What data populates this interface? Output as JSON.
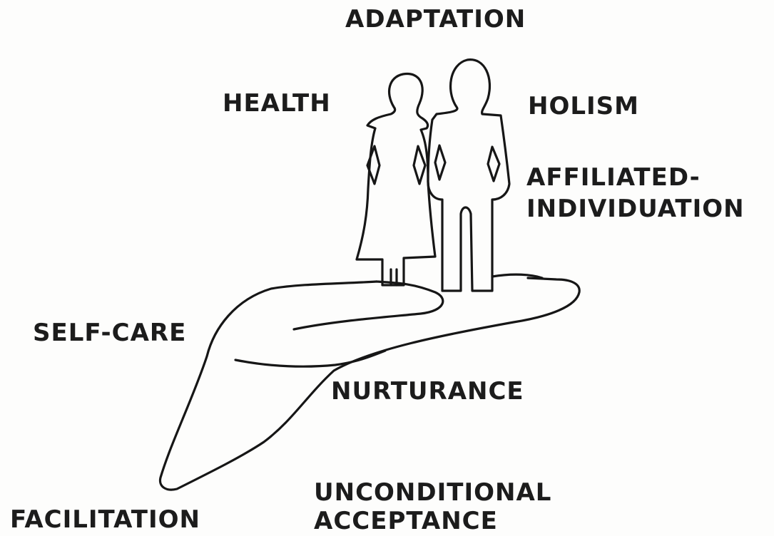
{
  "concepts": {
    "top": "ADAPTATION",
    "left_upper": "HEALTH",
    "right_upper": "HOLISM",
    "right_middle_line1": "AFFILIATED-",
    "right_middle_line2": "INDIVIDUATION",
    "left_middle": "SELF-CARE",
    "center_lower": "NURTURANCE",
    "bottom_right_line1": "UNCONDITIONAL",
    "bottom_right_line2": "ACCEPTANCE",
    "bottom_left": "FACILITATION"
  },
  "colors": {
    "ink": "#161616",
    "background": "#fdfdfc"
  }
}
